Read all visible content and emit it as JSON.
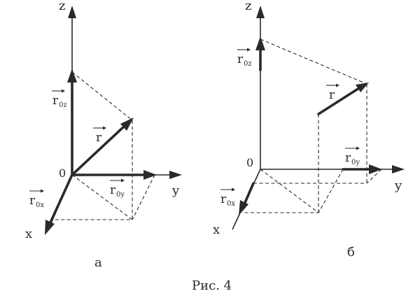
{
  "panel_a": {
    "axes": {
      "z": "z",
      "y": "y",
      "x": "x",
      "origin": "0"
    },
    "vectors": {
      "r": "r",
      "r0z": "r",
      "r0z_sub": "0z",
      "r0y": "r",
      "r0y_sub": "0y",
      "r0x": "r",
      "r0x_sub": "0x"
    },
    "caption": "а"
  },
  "panel_b": {
    "axes": {
      "z": "z",
      "y": "y",
      "x": "x",
      "origin": "0"
    },
    "vectors": {
      "r": "r",
      "r0z": "r",
      "r0z_sub": "0z",
      "r0y": "r",
      "r0y_sub": "0y",
      "r0x": "r",
      "r0x_sub": "0x"
    },
    "caption": "б"
  },
  "figure_caption": "Рис. 4"
}
